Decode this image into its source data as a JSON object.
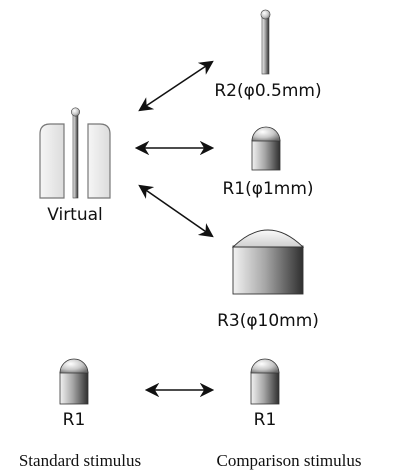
{
  "labels": {
    "virtual": "Virtual",
    "r2": "R2(φ0.5mm)",
    "r1": "R1(φ1mm)",
    "r3": "R3(φ10mm)",
    "r1_standard": "R1",
    "r1_comparison": "R1"
  },
  "captions": {
    "standard": "Standard stimulus",
    "comparison": "Comparison stimulus"
  },
  "icons": {
    "virtual": "virtual-stylus-between-plates-icon",
    "r2": "thin-rod-icon",
    "r1": "rounded-cylinder-icon",
    "r3": "wide-dome-cylinder-icon",
    "arrow": "double-headed-arrow-icon"
  },
  "colors": {
    "line": "#111111",
    "gray_light": "#f0f0f0",
    "gray_mid": "#9a9a9a",
    "gray_dark": "#3a3a3a",
    "plate_fill": "#ececec",
    "plate_stroke": "#777777"
  }
}
